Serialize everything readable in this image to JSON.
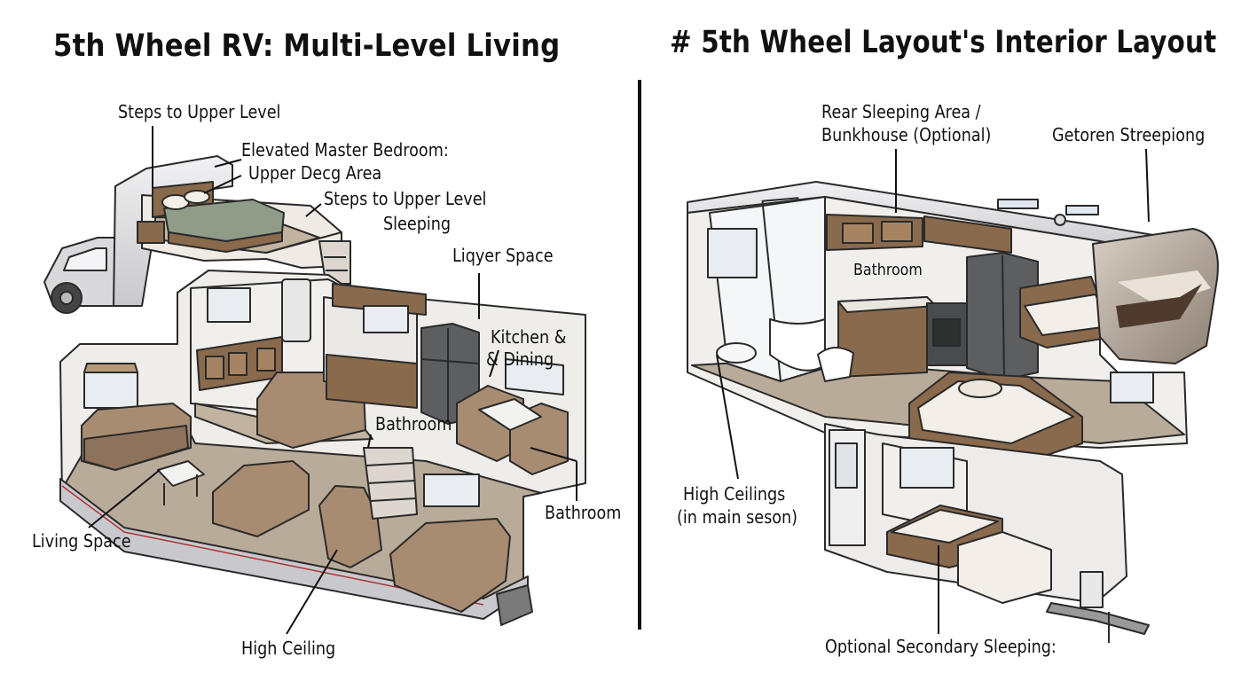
{
  "left": {
    "title": "5th Wheel RV: Multi-Level Living",
    "labels": {
      "steps_upper": "Steps to Upper Level",
      "master_1": "Elevated Master Bedroom:",
      "master_2": "Upper Decg Area",
      "steps_sleep_1": "Steps to Upper Level",
      "steps_sleep_2": "Sleeping",
      "liqyer": "Liqyer Space",
      "kitchen_1": "Kitchen &",
      "kitchen_2": "& Dining",
      "bath_mid": "Bathroom",
      "bath_right": "Bathroom",
      "living": "Living Space",
      "high_ceiling": "High Ceiling"
    }
  },
  "right": {
    "title": "# 5th Wheel Layout's Interior Layout",
    "labels": {
      "rear_1": "Rear Sleeping Area /",
      "rear_2": "Bunkhouse (Optional)",
      "getoren": "Getoren Streepiong",
      "bathroom": "Bathroom",
      "high_1": "High Ceilings",
      "high_2": "(in main seson)",
      "secondary": "Optional Secondary Sleeping:"
    }
  },
  "colors": {
    "ink": "#111111",
    "wood": "#8a6a4c",
    "wood_light": "#b89a78",
    "fabric": "#a88c72",
    "floor": "#b9ab99",
    "body": "#e4e4e6",
    "green_blanket": "#8f9c88"
  }
}
